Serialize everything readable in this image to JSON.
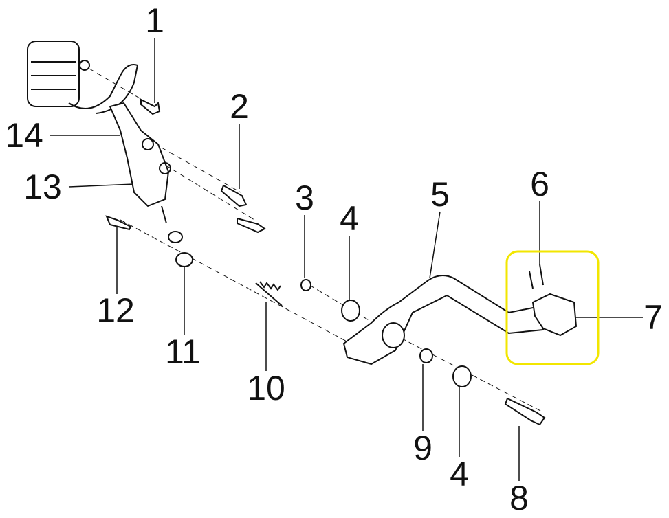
{
  "diagram": {
    "highlight_color": "#f2e600",
    "line_color": "#111111",
    "callouts": [
      {
        "label": "1",
        "part": "bolt"
      },
      {
        "label": "2",
        "part": "bolt"
      },
      {
        "label": "3",
        "part": "washer"
      },
      {
        "label": "4",
        "part": "bearing"
      },
      {
        "label": "5",
        "part": "brake-pedal-lever"
      },
      {
        "label": "6",
        "part": "screw"
      },
      {
        "label": "7",
        "part": "pedal-tip"
      },
      {
        "label": "8",
        "part": "pivot-bolt"
      },
      {
        "label": "4",
        "part": "bearing"
      },
      {
        "label": "9",
        "part": "bushing"
      },
      {
        "label": "10",
        "part": "return-spring"
      },
      {
        "label": "11",
        "part": "clevis"
      },
      {
        "label": "12",
        "part": "bolt"
      },
      {
        "label": "13",
        "part": "master-cylinder"
      },
      {
        "label": "14",
        "part": "push-rod"
      }
    ]
  }
}
